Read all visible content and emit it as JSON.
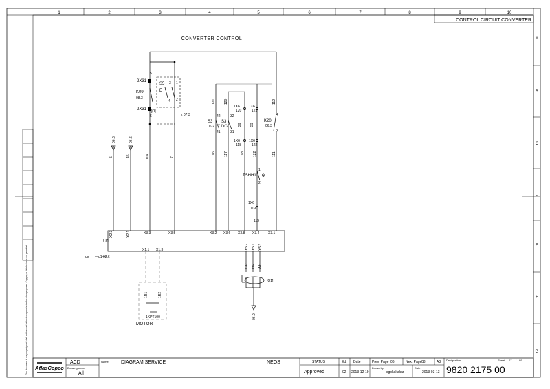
{
  "columns": [
    "1",
    "2",
    "3",
    "4",
    "5",
    "6",
    "7",
    "8",
    "9",
    "10"
  ],
  "rows": [
    "A",
    "B",
    "C",
    "D",
    "E",
    "F",
    "G"
  ],
  "header": {
    "title": "CONTROL CIRCUIT CONVERTER"
  },
  "diagram": {
    "heading": "CONVERTER CONTROL",
    "device_u1": "U1",
    "labels": {
      "x2_5": "2X31",
      "x2_6": "2X31",
      "k09": "K09",
      "k09_ref": "08.3",
      "bracket_o": "[O]",
      "pin5": "5",
      "pin6": "6",
      "s5": "S5",
      "s5_e": "E",
      "s5_3": "3",
      "s5_4": "4",
      "s5_1": "1",
      "s5_2": "2",
      "ref_073": "z 07.3",
      "w_5": "5",
      "w_45": "45",
      "w_114": "114",
      "w_7": "7",
      "ref_066a": "06.6",
      "ref_066b": "06.6",
      "w_121": "121",
      "w_120": "120",
      "w_112": "112",
      "s3a": "S3",
      "s3a_ref": "06.2",
      "s3a_42": "42",
      "s3a_41": "41",
      "s3b": "S3",
      "s3b_ref": "06.2",
      "s3b_32": "32",
      "s3b_31": "31",
      "tx6a": "1X6",
      "tx6a_n": "120",
      "tx6b": "1X6",
      "tx6b_n": "121",
      "tx6c": "1X6",
      "tx6c_n": "118",
      "tx6d": "1X6",
      "tx6d_n": "122",
      "br1": "[I]",
      "br2": "[I]",
      "k20": "K20",
      "k20_ref": "06.3",
      "k20_4": "4",
      "k20_3": "3",
      "w_116": "116",
      "w_117": "117",
      "w_118": "118",
      "w_122": "122",
      "w_111": "111",
      "tshh": "TSHH11",
      "theta": "θ",
      "tshh_1": "1",
      "tshh_2": "2",
      "tx6e": "1X6",
      "tx6e_n": "119",
      "w_119": "119",
      "u1_x23": "X2.3",
      "u1_x21": "X2.1",
      "u1_x33": "X3.3",
      "u1_x35": "X3.5",
      "u1_x32": "X3.2",
      "u1_x36": "X3.6",
      "u1_x38": "X3.8",
      "u1_x34": "X3.4",
      "u1_x31": "X3.1",
      "u1_x11": "X1.1",
      "u1_x13": "X1.3",
      "u1_x52": "X5.2",
      "u1_x51": "X5.1",
      "u1_x53": "X5.3",
      "ue": "ue",
      "ref_026": "u1 02.6",
      "gr": "GR",
      "br": "BR",
      "wh": "WH",
      "q1": "[Q1]",
      "motor_r1": "1R1",
      "motor_r2": "1R2",
      "motor_pt": "1KPT100",
      "motor": "MOTOR",
      "ref_069": "06.9"
    }
  },
  "sidebar_note": "This document is our property and shall not be used without our permission for other purposes. Copying or distribution is not permitted.",
  "title_block": {
    "logo": "AtlasCopco",
    "company": "ACD",
    "owner_label": "Drawing owner",
    "owner": "All",
    "name_label": "Name",
    "name": "DIAGRAM SERVICE",
    "product": "NEOS",
    "status_label": "STATUS",
    "status": "Approved",
    "ed_label": "Ed.",
    "ed": "02",
    "date_label": "Date",
    "date": "2013-12-19",
    "prev_label": "Prev. Page",
    "prev": "06",
    "next_label": "Next Page",
    "next": "08",
    "size": "A3",
    "drawn_label": "Drawn by",
    "drawn": "sgokakakar",
    "date2_label": "Date",
    "date2": "2013-03-13",
    "desig_label": "Designation",
    "desig": "9820 2175 00",
    "sheet_label": "Sheet",
    "sheet": "07",
    "sheet_sep": "/",
    "sheet_total": "99"
  }
}
